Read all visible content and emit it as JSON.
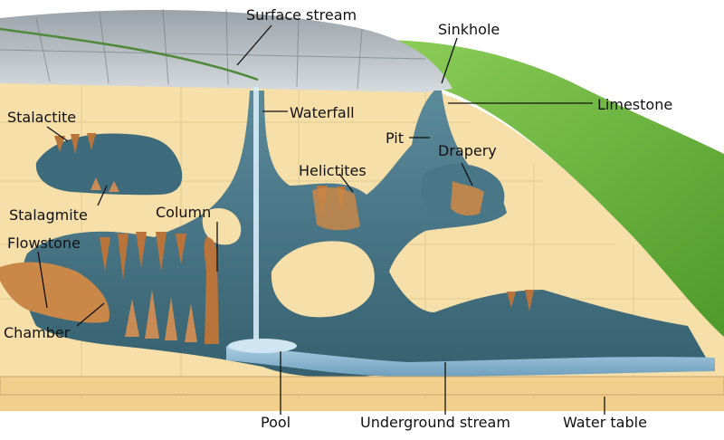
{
  "diagram": {
    "labels": {
      "surface_stream": "Surface stream",
      "sinkhole": "Sinkhole",
      "waterfall": "Waterfall",
      "limestone": "Limestone",
      "stalactite": "Stalactite",
      "pit": "Pit",
      "drapery": "Drapery",
      "helictites": "Helictites",
      "column": "Column",
      "stalagmite": "Stalagmite",
      "flowstone": "Flowstone",
      "chamber": "Chamber",
      "pool": "Pool",
      "underground_stream": "Underground stream",
      "water_table": "Water table"
    },
    "colors": {
      "rock": "#f6dfa8",
      "rock_bottom": "#f3cf8e",
      "cave": "#4f7d8e",
      "cave_dark": "#36606f",
      "water": "#8fb6cf",
      "surface": "#b9c1c7",
      "grass": "#7cbc3c",
      "formation": "#b8743a"
    }
  }
}
